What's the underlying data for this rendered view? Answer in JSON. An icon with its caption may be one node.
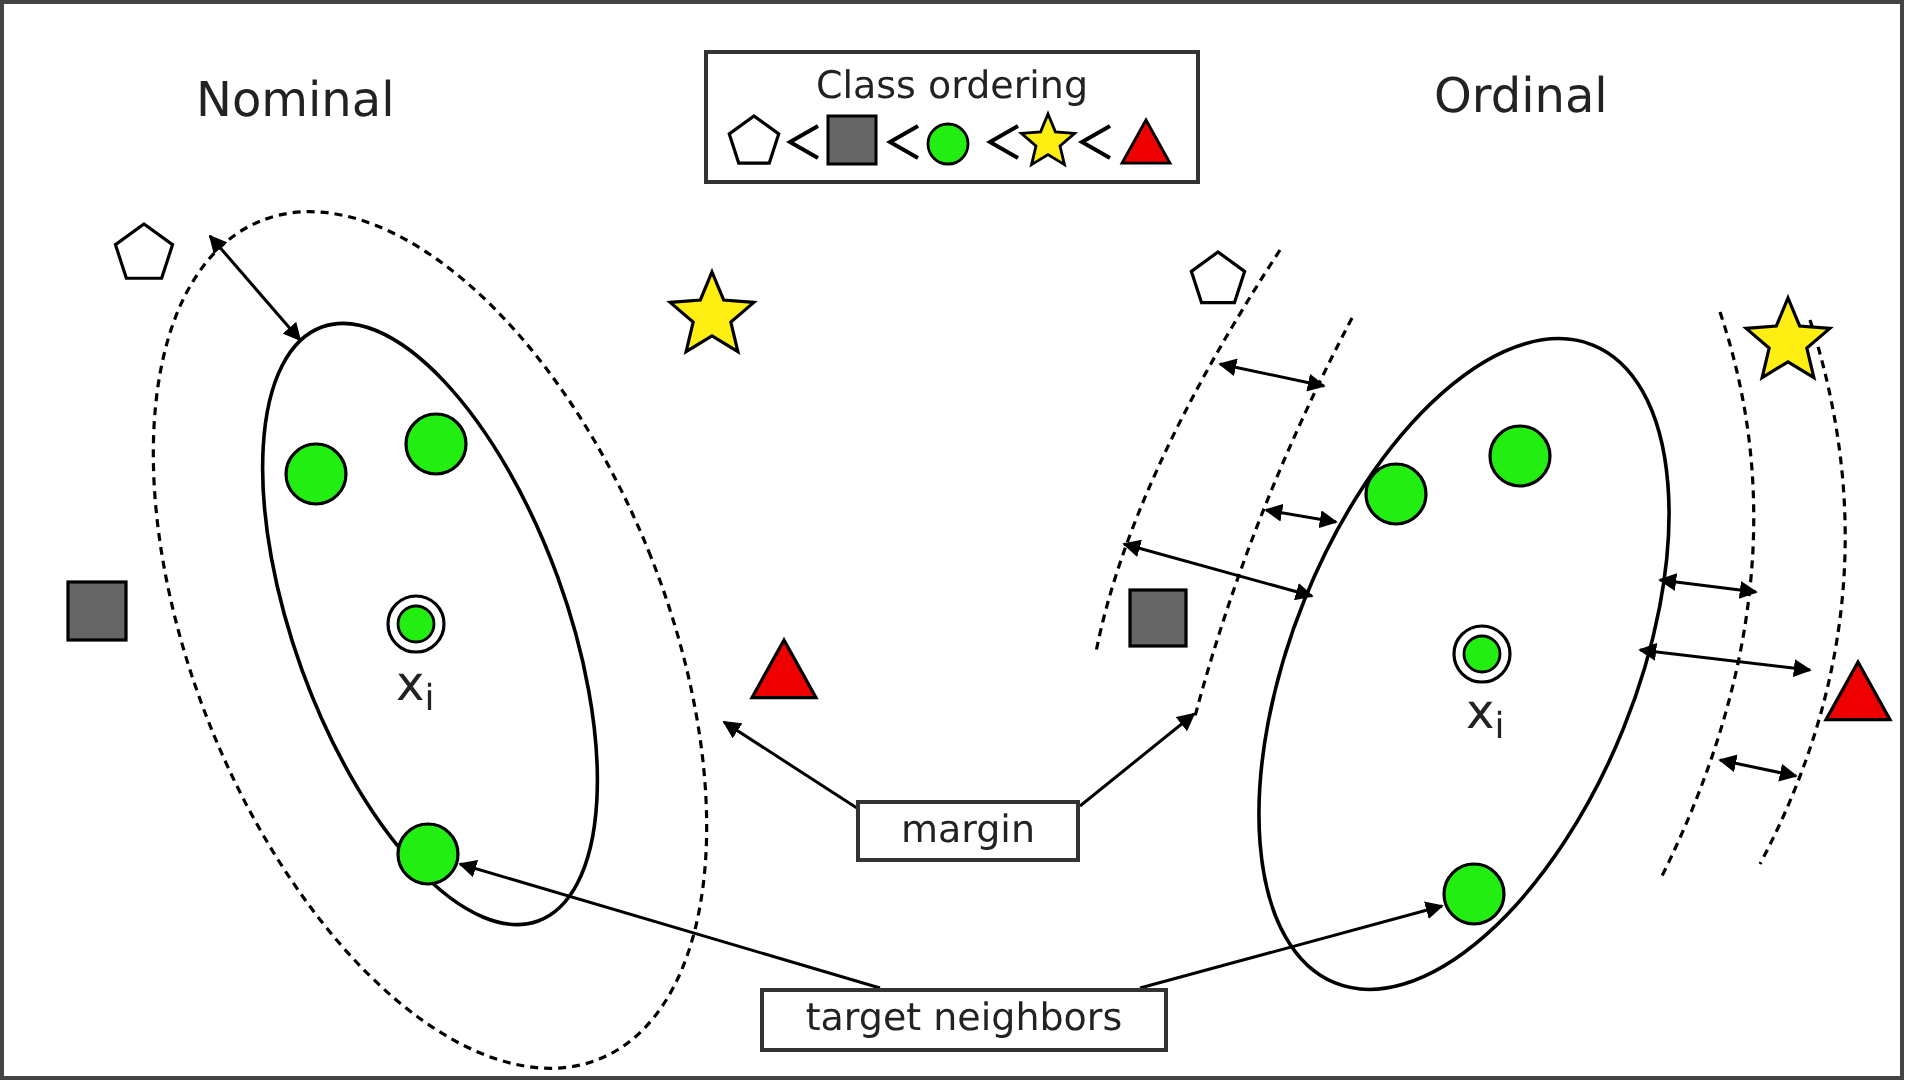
{
  "diagram": {
    "nodes": [
      {
        "text": [
          "Class ordering"
        ]
      },
      {
        "text": [],
        "shape": "ellipse"
      },
      {
        "text": [],
        "shape": "curve"
      },
      {
        "text": [],
        "shape": "circle",
        "in": 1
      },
      {
        "text": [],
        "shape": "circle"
      },
      {
        "text": [
          "margin"
        ]
      },
      {
        "text": [],
        "shape": "circle",
        "in": 1
      },
      {
        "text": [],
        "shape": "circle",
        "in": 1
      },
      {
        "text": [],
        "shape": "circle"
      },
      {
        "text": [],
        "shape": "circle"
      },
      {
        "text": [
          "target neighbors"
        ]
      }
    ],
    "edges": [
      {
        "from": 5,
        "to": 1,
        "arrow": "to"
      },
      {
        "from": 5,
        "to": 2,
        "arrow": "to"
      },
      {
        "from": 10,
        "to": 3,
        "arrow": "to"
      },
      {
        "from": 10,
        "to": 4,
        "arrow": "to"
      }
    ],
    "labels": [
      "Nominal",
      "Ordinal",
      "x$_{i}$",
      "x$_{i}$"
    ]
  }
}
